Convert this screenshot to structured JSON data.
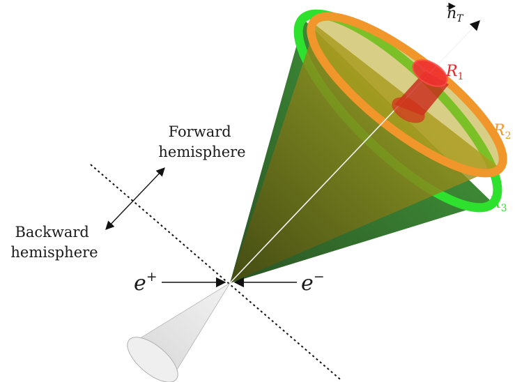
{
  "labels": {
    "forward_line1": "Forward",
    "forward_line2": "hemisphere",
    "backward_line1": "Backward",
    "backward_line2": "hemisphere",
    "positron_base": "e",
    "positron_sup": "+",
    "electron_base": "e",
    "electron_sup": "−",
    "thrust_base": "n",
    "thrust_sub": "T",
    "r1_base": "R",
    "r1_sub": "1",
    "r2_base": "R",
    "r2_sub": "2",
    "r3_base": "R",
    "r3_sub": "3"
  },
  "colors": {
    "r1": "#e8262b",
    "r2": "#f0972a",
    "r3": "#29e429",
    "cone_r3_fill": "#2f7a2a",
    "cone_r2_fill": "#a88820",
    "backward_cone": "#dcdcdc",
    "lines": "#111111"
  }
}
